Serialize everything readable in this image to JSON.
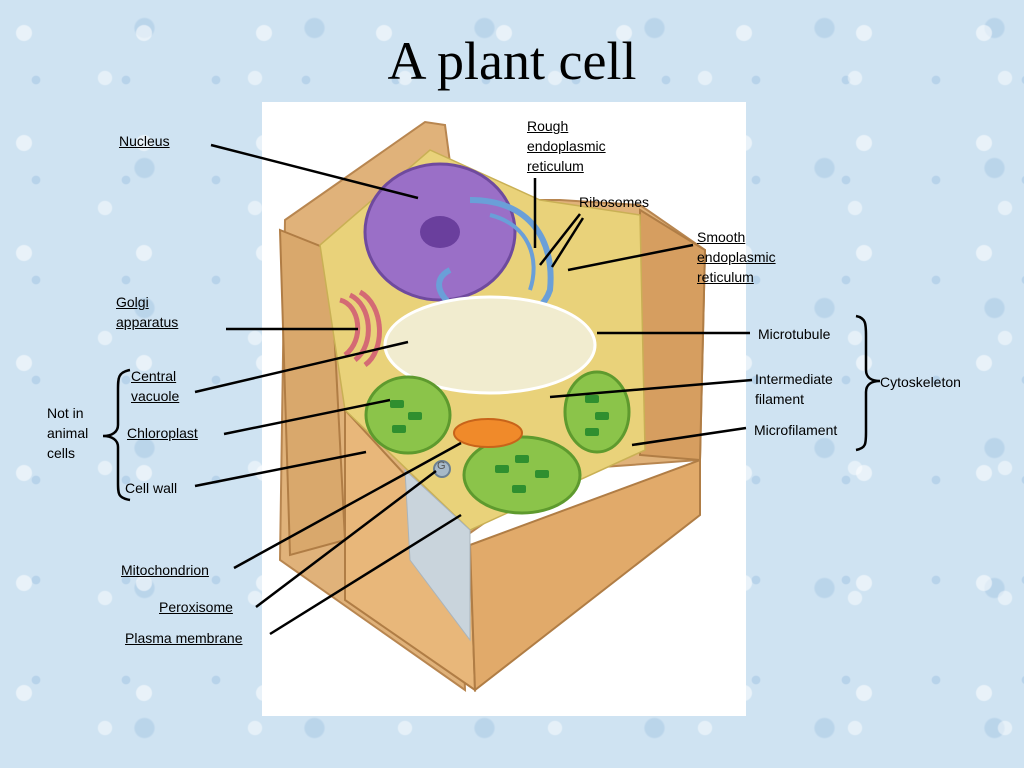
{
  "title": "A plant cell",
  "labels": {
    "nucleus": "Nucleus",
    "rough_er": [
      "Rough",
      "endoplasmic",
      "reticulum"
    ],
    "ribosomes": "Ribosomes",
    "smooth_er": [
      "Smooth",
      "endoplasmic",
      "reticulum"
    ],
    "golgi": [
      "Golgi",
      "apparatus"
    ],
    "microtubule": "Microtubule",
    "intermediate_filament": [
      "Intermediate",
      "filament"
    ],
    "microfilament": "Microfilament",
    "cytoskeleton": "Cytoskeleton",
    "central_vacuole": [
      "Central",
      "vacuole"
    ],
    "not_in_animal_cells": [
      "Not in",
      "animal",
      "cells"
    ],
    "chloroplast": "Chloroplast",
    "cell_wall": "Cell wall",
    "mitochondrion": "Mitochondrion",
    "peroxisome": "Peroxisome",
    "plasma_membrane": "Plasma membrane",
    "golgi_icon_letter": "G"
  }
}
